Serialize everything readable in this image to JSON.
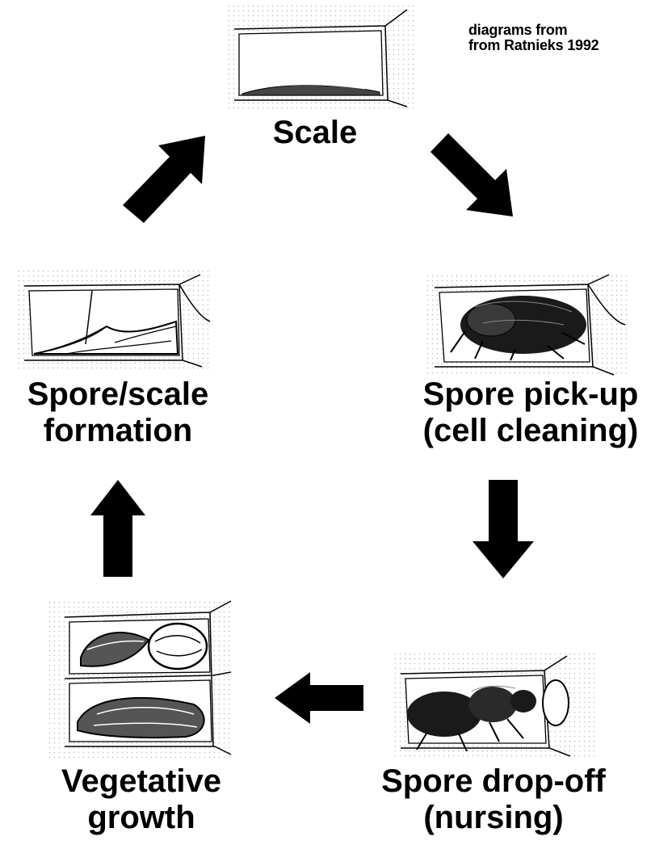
{
  "credit": {
    "line1": "diagrams from",
    "line2": "from Ratnieks 1992"
  },
  "stages": {
    "scale": {
      "line1": "Scale"
    },
    "spore_pickup": {
      "line1": "Spore pick-up",
      "line2": "(cell cleaning)"
    },
    "spore_dropoff": {
      "line1": "Spore drop-off",
      "line2": "(nursing)"
    },
    "vegetative": {
      "line1": "Vegetative",
      "line2": "growth"
    },
    "spore_scale": {
      "line1": "Spore/scale",
      "line2": "formation"
    }
  },
  "colors": {
    "ink": "#000000",
    "stipple": "#b8b8b8",
    "background": "#ffffff"
  },
  "icons": [
    "scale-cell-drawing",
    "bee-cleaning-cell-drawing",
    "bee-nursing-cell-drawing",
    "larvae-cells-drawing",
    "spore-scale-cell-drawing",
    "arrow-icon"
  ]
}
